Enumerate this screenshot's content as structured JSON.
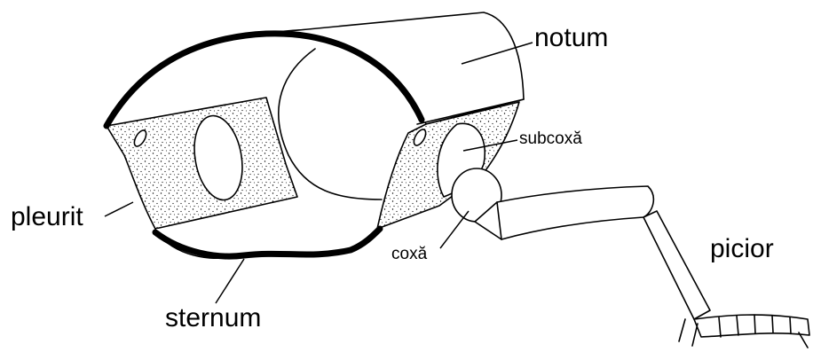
{
  "labels": {
    "notum": "notum",
    "subcoxa": "subcoxă",
    "pleurit": "pleurit",
    "coxa": "coxă",
    "picior": "picior",
    "sternum": "sternum"
  },
  "colors": {
    "line": "#000000",
    "fill": "#ffffff",
    "stipple": "#000000"
  }
}
